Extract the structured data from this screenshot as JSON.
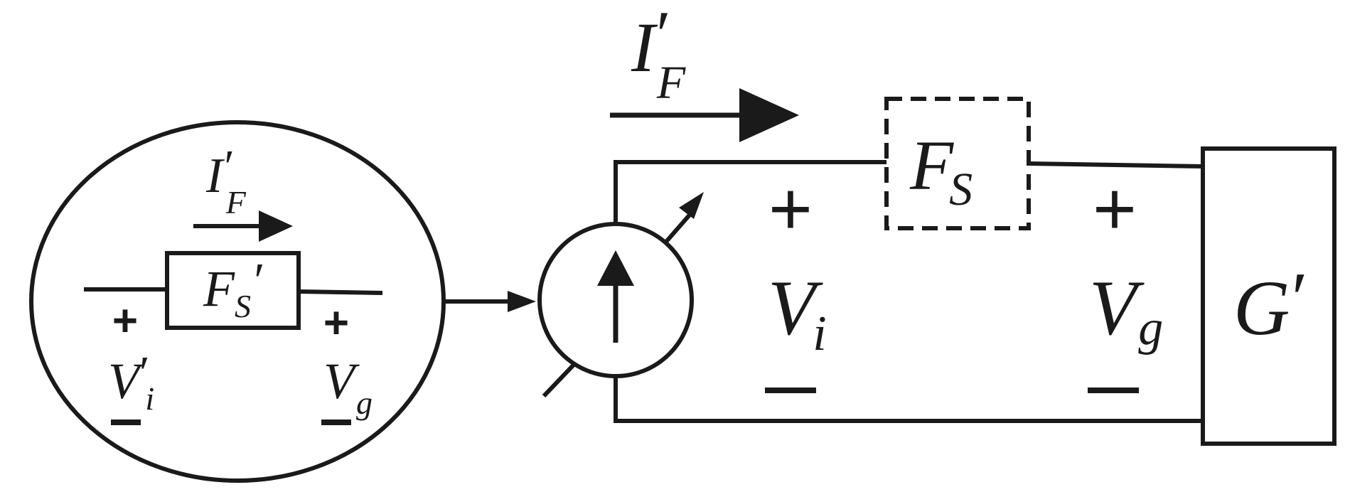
{
  "colors": {
    "ink": "#1a1a1a",
    "background": "#ffffff"
  },
  "inset": {
    "current_symbol": "I",
    "current_prime": "′",
    "current_sub": "F",
    "block_symbol": "F",
    "block_sub": "S",
    "block_prime": "′",
    "plus_left": "+",
    "minus_left": "−",
    "vin_symbol": "V",
    "vin_prime": "′",
    "vin_sub": "i",
    "plus_right": "+",
    "minus_right": "−",
    "vg_symbol": "V",
    "vg_sub": "g"
  },
  "main": {
    "current_symbol": "I",
    "current_prime": "′",
    "current_sub": "F",
    "source_icon": "controlled-current-source-icon",
    "filter_symbol": "F",
    "filter_sub": "S",
    "vi_plus": "+",
    "vi_symbol": "V",
    "vi_sub": "i",
    "vi_minus": "−",
    "vg_plus": "+",
    "vg_symbol": "V",
    "vg_sub": "g",
    "vg_minus": "−",
    "grid_symbol": "G",
    "grid_prime": "′"
  }
}
